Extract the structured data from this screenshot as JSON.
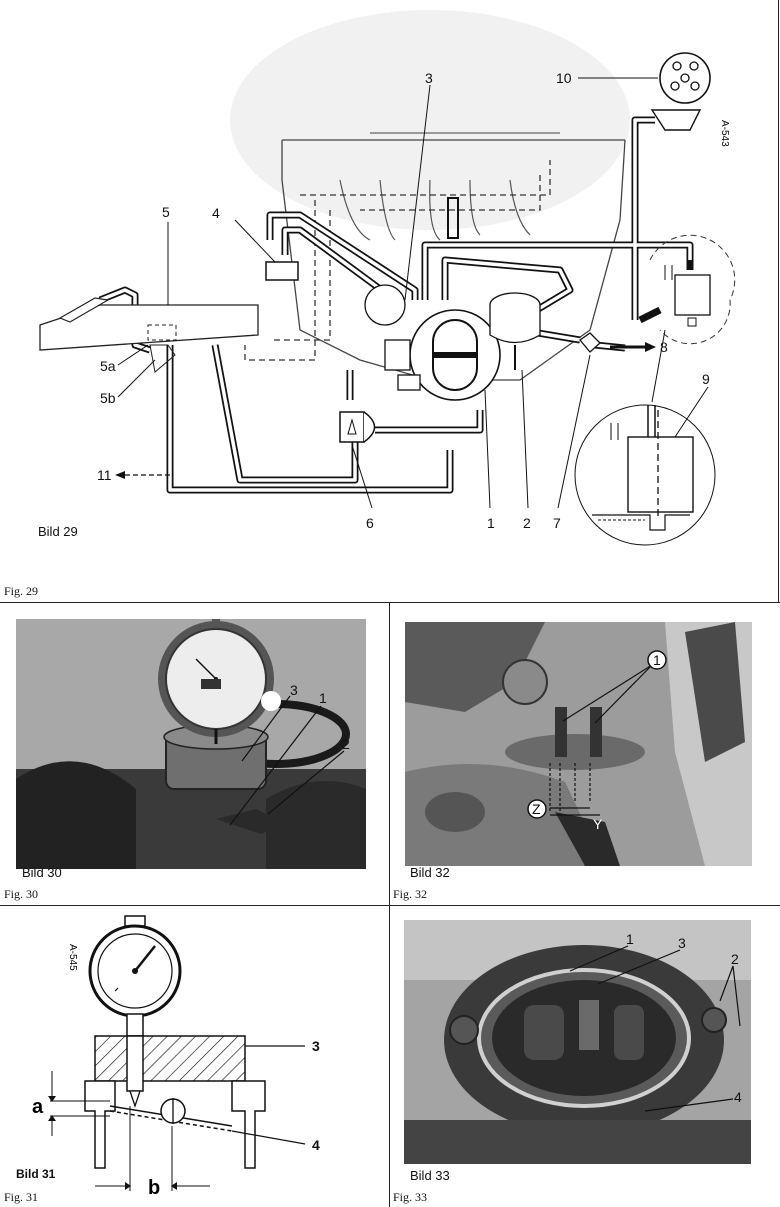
{
  "fig29": {
    "bild": "Bild 29",
    "fig": "Fig. 29",
    "code": "A-543",
    "labels": [
      "1",
      "2",
      "3",
      "4",
      "5",
      "5a",
      "5b",
      "6",
      "7",
      "8",
      "9",
      "10",
      "11"
    ]
  },
  "fig30": {
    "bild": "Bild 30",
    "fig": "Fig. 30",
    "labels": [
      "1",
      "2",
      "3"
    ]
  },
  "fig32": {
    "bild": "Bild 32",
    "fig": "Fig. 32",
    "labels": [
      "1",
      "Z",
      "Y"
    ]
  },
  "fig31": {
    "bild": "Bild 31",
    "fig": "Fig. 31",
    "code": "A-545",
    "labels": [
      "3",
      "4",
      "a",
      "b"
    ]
  },
  "fig33": {
    "bild": "Bild 33",
    "fig": "Fig. 33",
    "labels": [
      "1",
      "2",
      "3",
      "4"
    ]
  }
}
